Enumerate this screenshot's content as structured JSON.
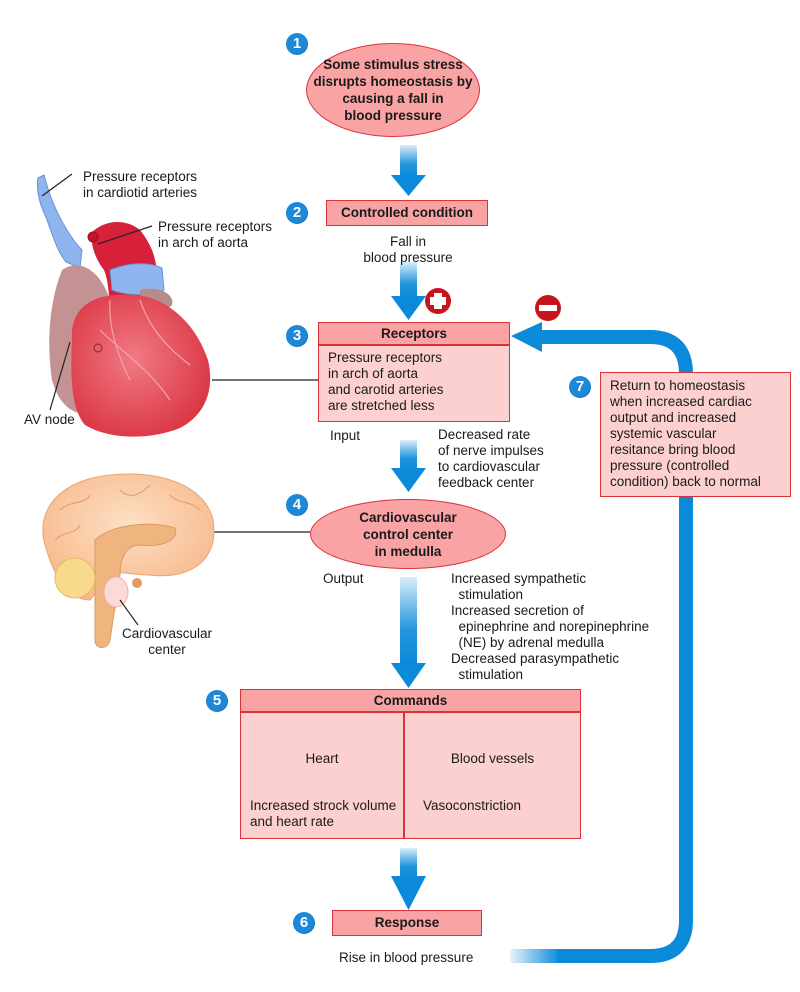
{
  "colors": {
    "badge": "#1e88d8",
    "arrow": "#0a8ad9",
    "box_border": "#d9333a",
    "box_fill_header": "#f9a3a5",
    "box_fill_body": "#fdd0d0",
    "plus_minus": "#c8141e"
  },
  "steps": [
    {
      "number": "1",
      "label": "Some stimulus stress\ndisrupts homeostasis by\ncausing a fall in\nblood pressure"
    },
    {
      "number": "2",
      "label": "Controlled condition",
      "note": "Fall in\nblood pressure"
    },
    {
      "number": "3",
      "label": "Receptors",
      "body": "Pressure receptors\nin arch of aorta\nand carotid arteries\nare stretched less",
      "input_label": "Input",
      "input_note": "Decreased rate\nof nerve impulses\nto cardiovascular\nfeedback center"
    },
    {
      "number": "4",
      "label": "Cardiovascular\ncontrol center\nin medulla",
      "output_label": "Output",
      "output_note": "Increased sympathetic\n  stimulation\nIncreased secretion of\n  epinephrine and norepinephrine\n  (NE) by adrenal medulla\nDecreased parasympathetic\n  stimulation"
    },
    {
      "number": "5",
      "label": "Commands",
      "columns": [
        {
          "title": "Heart",
          "text": "Increased strock volume\nand heart rate"
        },
        {
          "title": "Blood vessels",
          "text": "Vasoconstriction"
        }
      ]
    },
    {
      "number": "6",
      "label": "Response",
      "note": "Rise in blood pressure"
    },
    {
      "number": "7",
      "body": "Return to homeostasis\nwhen increased cardiac\noutput and increased\nsystemic vascular\nresitance bring blood\npressure (controlled\ncondition) back to normal"
    }
  ],
  "signs": {
    "positive": "+",
    "negative": "−"
  },
  "illustrations": {
    "heart": {
      "icon": "heart-illustration",
      "labels": [
        "Pressure receptors\nin cardiotid arteries",
        "Pressure receptors\nin arch of aorta",
        "AV node"
      ]
    },
    "brain": {
      "icon": "brain-illustration",
      "labels": [
        "Cardiovascular\ncenter"
      ]
    }
  }
}
